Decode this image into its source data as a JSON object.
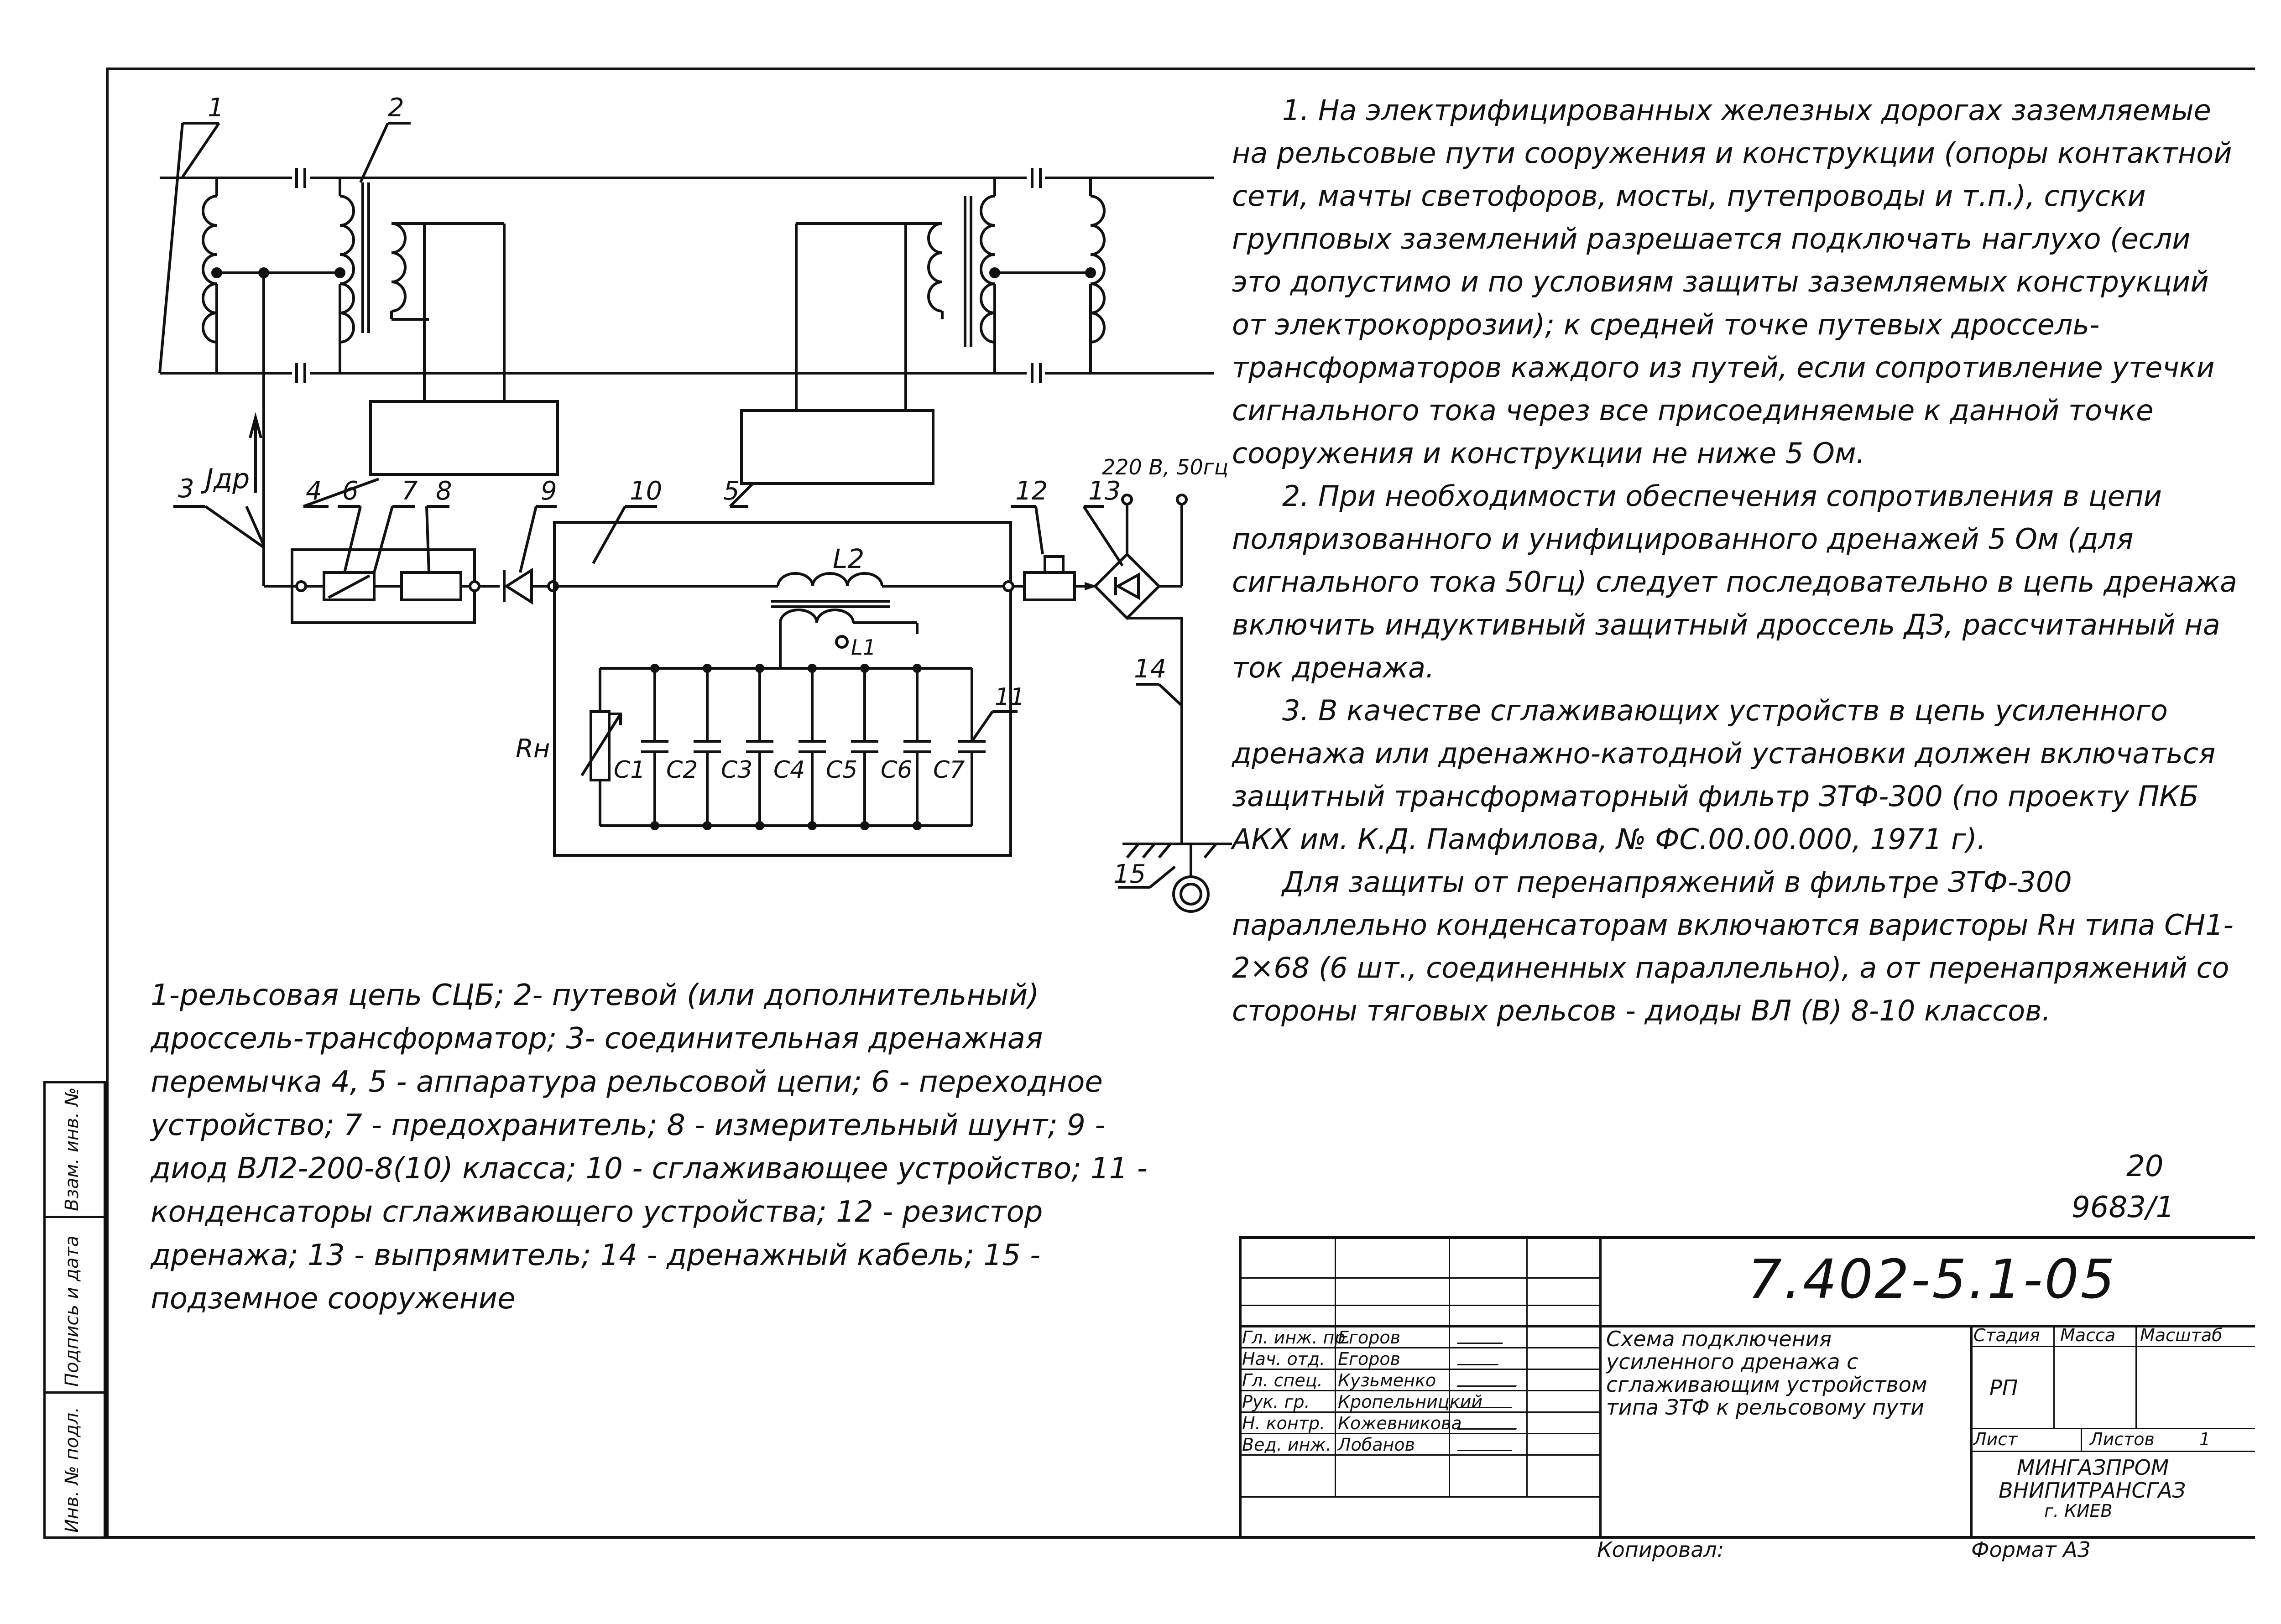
{
  "labels": {
    "n1": "1",
    "n2": "2",
    "n3": "3",
    "n4": "4",
    "n5": "5",
    "n6": "6",
    "n7": "7",
    "n8": "8",
    "n9": "9",
    "n10": "10",
    "n11": "11",
    "n12": "12",
    "n13": "13",
    "n14": "14",
    "n15": "15",
    "jdr": "Jдр",
    "L2": "L2",
    "L1": "L1",
    "Rn": "Rн",
    "c1": "C1",
    "c2": "C2",
    "c3": "C3",
    "c4": "C4",
    "c5": "C5",
    "c6": "C6",
    "c7": "C7",
    "supply": "220 В, 50гц"
  },
  "notes": [
    "1. На электрифицированных железных дорогах заземляемые на рельсовые пути сооружения и конструкции (опоры контактной сети, мачты светофоров, мосты, путепроводы и т.п.), спуски групповых заземлений разрешается подключать наглухо (если это допустимо и по условиям защиты заземляемых конструкций от электрокоррозии); к средней точке путевых дроссель-трансформаторов каждого из путей, если сопротивление утечки сигнального тока через все присоединяемые к данной точке сооружения и конструкции не ниже 5 Ом.",
    "2. При необходимости обеспечения сопротивления в цепи поляризованного и унифицированного дренажей 5 Ом (для сигнального тока 50гц) следует последовательно в цепь дренажа включить индуктивный защитный дроссель ДЗ, рассчитанный на ток дренажа.",
    "3. В качестве сглаживающих устройств в цепь усиленного дренажа или дренажно-катодной установки должен включаться защитный трансформаторный фильтр ЗТФ-300 (по проекту ПКБ АКХ им. К.Д. Памфилова, № ФС.00.00.000, 1971 г).",
    "Для защиты от перенапряжений в фильтре ЗТФ-300 параллельно конденсаторам включаются варисторы Rн типа СН1-2×68 (6 шт., соединенных параллельно), а от перенапряжений со стороны тяговых рельсов - диоды ВЛ (В) 8-10 классов."
  ],
  "legend": "1-рельсовая цепь СЦБ; 2- путевой (или дополнительный) дроссель-трансформатор; 3- соединительная дренажная перемычка 4, 5 - аппаратура рельсовой цепи; 6 - переходное устройство; 7 - предохранитель; 8 - измерительный шунт; 9 - диод ВЛ2-200-8(10) класса; 10 - сглаживающее устройство; 11 - конденсаторы сглаживающего устройства; 12 - резистор дренажа; 13 - выпрямитель; 14 - дренажный кабель; 15 - подземное сооружение",
  "sheet": {
    "page": "20",
    "ref": "9683/1"
  },
  "title_block": {
    "code": "7.402-5.1-05",
    "title": "Схема подключения усиленного дренажа с сглаживающим устройством типа ЗТФ к рельсовому пути",
    "stage_label": "Стадия",
    "mass_label": "Масса",
    "scale_label": "Масштаб",
    "stage": "РП",
    "sheet_label": "Лист",
    "sheets_label": "Листов",
    "sheets": "1",
    "org1": "МИНГАЗПРОМ",
    "org2": "ВНИПИТРАНСГАЗ",
    "org3": "г. КИЕВ",
    "copied": "Копировал:",
    "format": "Формат А3",
    "staff": [
      {
        "role": "Гл. инж. пр.",
        "name": "Егоров"
      },
      {
        "role": "Нач. отд.",
        "name": "Егоров"
      },
      {
        "role": "Гл. спец.",
        "name": "Кузьменко"
      },
      {
        "role": "Рук. гр.",
        "name": "Кропельницкий"
      },
      {
        "role": "Н. контр.",
        "name": "Кожевникова"
      },
      {
        "role": "Вед. инж.",
        "name": "Лобанов"
      }
    ]
  },
  "side": {
    "inv": "Инв. № подл.",
    "sign": "Подпись и дата",
    "swap": "Взам. инв. №"
  }
}
